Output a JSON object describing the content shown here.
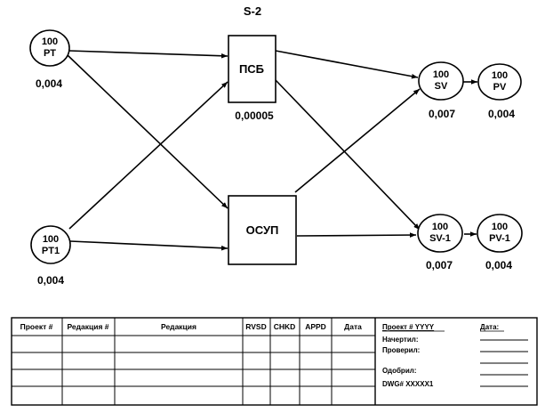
{
  "title": "S-2",
  "nodes": {
    "pt": {
      "line1": "100",
      "line2": "PT",
      "value": "0,004"
    },
    "pt1": {
      "line1": "100",
      "line2": "PT1",
      "value": "0,004"
    },
    "sv": {
      "line1": "100",
      "line2": "SV",
      "value": "0,007"
    },
    "pv": {
      "line1": "100",
      "line2": "PV",
      "value": "0,004"
    },
    "sv1": {
      "line1": "100",
      "line2": "SV-1",
      "value": "0,007"
    },
    "pv1": {
      "line1": "100",
      "line2": "PV-1",
      "value": "0,004"
    },
    "psb": {
      "label": "ПСБ",
      "value": "0,00005"
    },
    "osup": {
      "label": "ОСУП"
    }
  },
  "title_block": {
    "headers": [
      "Проект #",
      "Редакция #",
      "Редакция",
      "RVSD",
      "CHKD",
      "APPD",
      "Дата"
    ],
    "project": "Проект # YYYY",
    "date_label": "Дата:",
    "drawn": "Начертил:",
    "checked": "Проверил:",
    "approved": "Одобрил:",
    "dwg": "DWG# XXXXX1"
  }
}
